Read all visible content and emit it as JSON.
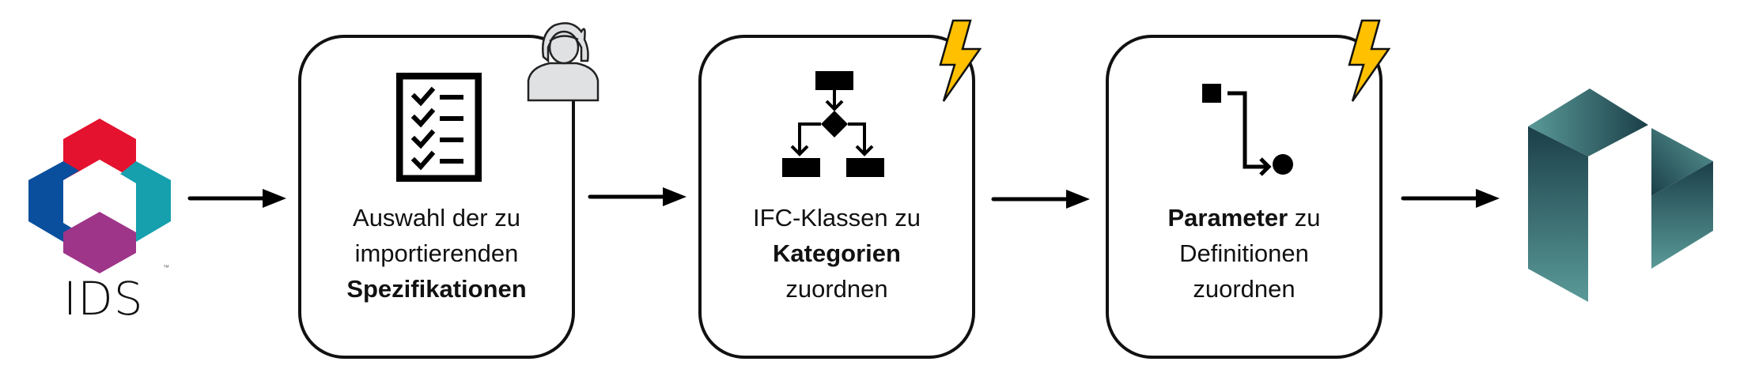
{
  "diagram": {
    "source_logo": {
      "name": "IDS",
      "text": "IDS",
      "trademark": "™",
      "colors": {
        "red": "#e4122e",
        "teal": "#16a0ae",
        "blue": "#0a4f9e",
        "purple": "#9e3589"
      }
    },
    "steps": [
      {
        "icon": "checklist-icon",
        "badge": "user-icon",
        "lines": [
          {
            "parts": [
              {
                "text": "Auswahl der zu",
                "bold": false
              }
            ]
          },
          {
            "parts": [
              {
                "text": "importierenden",
                "bold": false
              }
            ]
          },
          {
            "parts": [
              {
                "text": "Spezifikationen",
                "bold": true
              }
            ]
          }
        ]
      },
      {
        "icon": "flowchart-icon",
        "badge": "lightning-icon",
        "lines": [
          {
            "parts": [
              {
                "text": "IFC-Klassen zu",
                "bold": false
              }
            ]
          },
          {
            "parts": [
              {
                "text": "Kategorien",
                "bold": true
              }
            ]
          },
          {
            "parts": [
              {
                "text": "zuordnen",
                "bold": false
              }
            ]
          }
        ]
      },
      {
        "icon": "mapping-icon",
        "badge": "lightning-icon",
        "lines": [
          {
            "parts": [
              {
                "text": "Parameter",
                "bold": true
              },
              {
                "text": " zu",
                "bold": false
              }
            ]
          },
          {
            "parts": [
              {
                "text": "Definitionen",
                "bold": false
              }
            ]
          },
          {
            "parts": [
              {
                "text": "zuordnen",
                "bold": false
              }
            ]
          }
        ]
      }
    ],
    "target_logo": {
      "name": "target-app-logo",
      "colors": {
        "dark": "#1b3f48",
        "light": "#5a9a98"
      }
    },
    "badge_color": "#ffc000",
    "user_badge_fill": "#dfe1e3"
  }
}
